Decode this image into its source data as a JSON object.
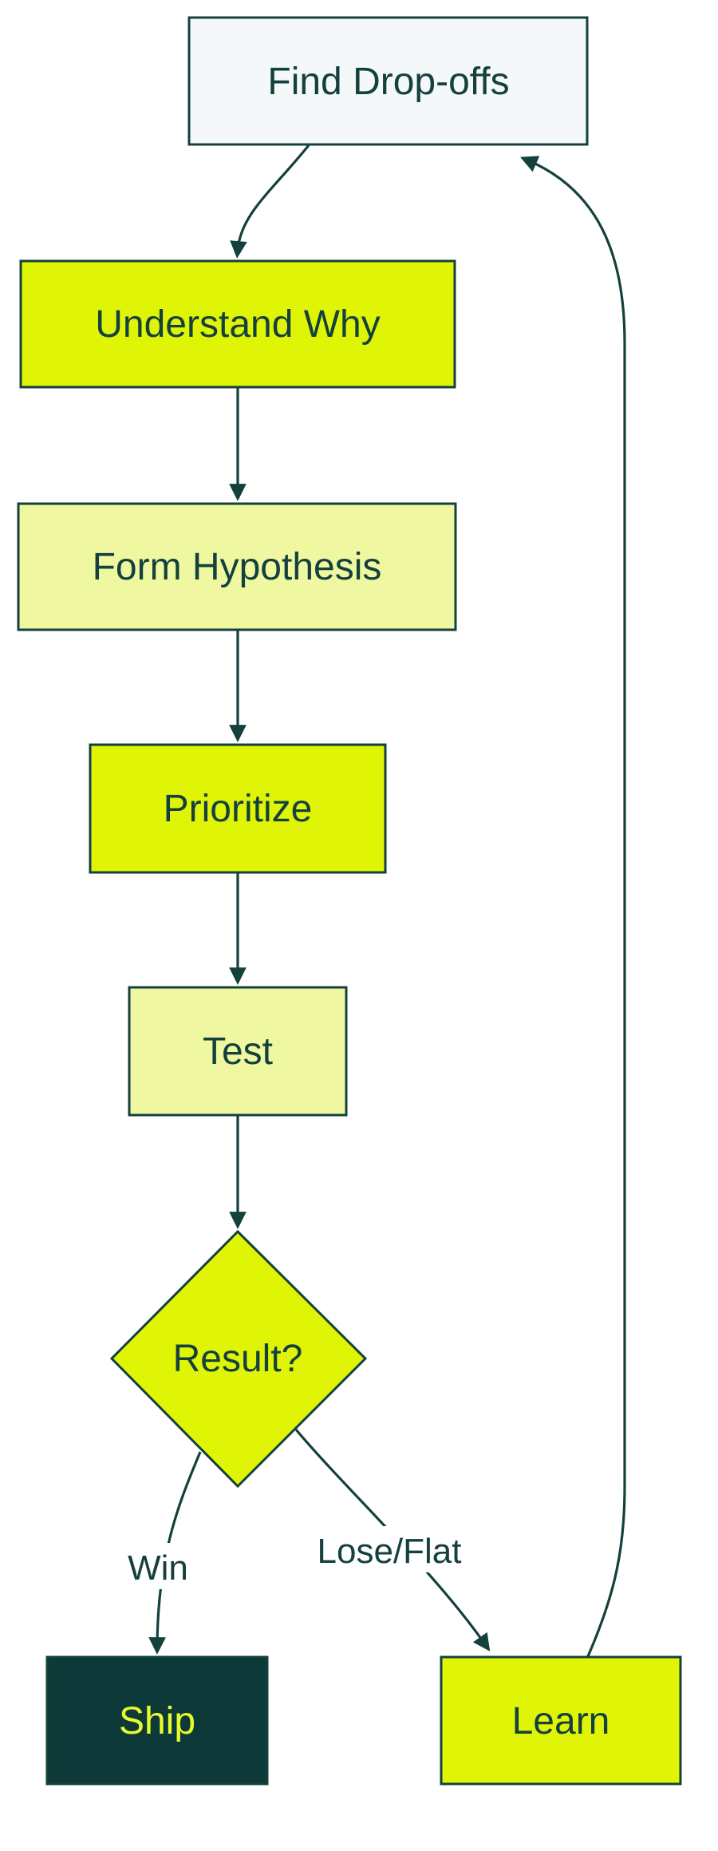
{
  "palette": {
    "background": "#ffffff",
    "ink": "#14403d",
    "accent_fill": "#e0f506",
    "pale_fill": "#eff8a1",
    "light_fill": "#f4f8f9",
    "dark_fill": "#0d3a38",
    "dark_node_text": "#eafb2c"
  },
  "nodes": {
    "find": {
      "label": "Find Drop-offs",
      "shape": "rectangle",
      "fill": "light"
    },
    "understand": {
      "label": "Understand Why",
      "shape": "rectangle",
      "fill": "accent"
    },
    "form": {
      "label": "Form Hypothesis",
      "shape": "rectangle",
      "fill": "pale"
    },
    "prioritize": {
      "label": "Prioritize",
      "shape": "rectangle",
      "fill": "accent"
    },
    "test": {
      "label": "Test",
      "shape": "rectangle",
      "fill": "pale"
    },
    "result": {
      "label": "Result?",
      "shape": "diamond",
      "fill": "accent"
    },
    "ship": {
      "label": "Ship",
      "shape": "rectangle",
      "fill": "dark"
    },
    "learn": {
      "label": "Learn",
      "shape": "rectangle",
      "fill": "accent"
    }
  },
  "edges": {
    "find_to_understand": {
      "from": "find",
      "to": "understand",
      "label": ""
    },
    "understand_to_form": {
      "from": "understand",
      "to": "form",
      "label": ""
    },
    "form_to_prioritize": {
      "from": "form",
      "to": "prioritize",
      "label": ""
    },
    "prioritize_to_test": {
      "from": "prioritize",
      "to": "test",
      "label": ""
    },
    "test_to_result": {
      "from": "test",
      "to": "result",
      "label": ""
    },
    "result_to_ship": {
      "from": "result",
      "to": "ship",
      "label": "Win"
    },
    "result_to_learn": {
      "from": "result",
      "to": "learn",
      "label": "Lose/Flat"
    },
    "learn_to_find": {
      "from": "learn",
      "to": "find",
      "label": ""
    }
  }
}
